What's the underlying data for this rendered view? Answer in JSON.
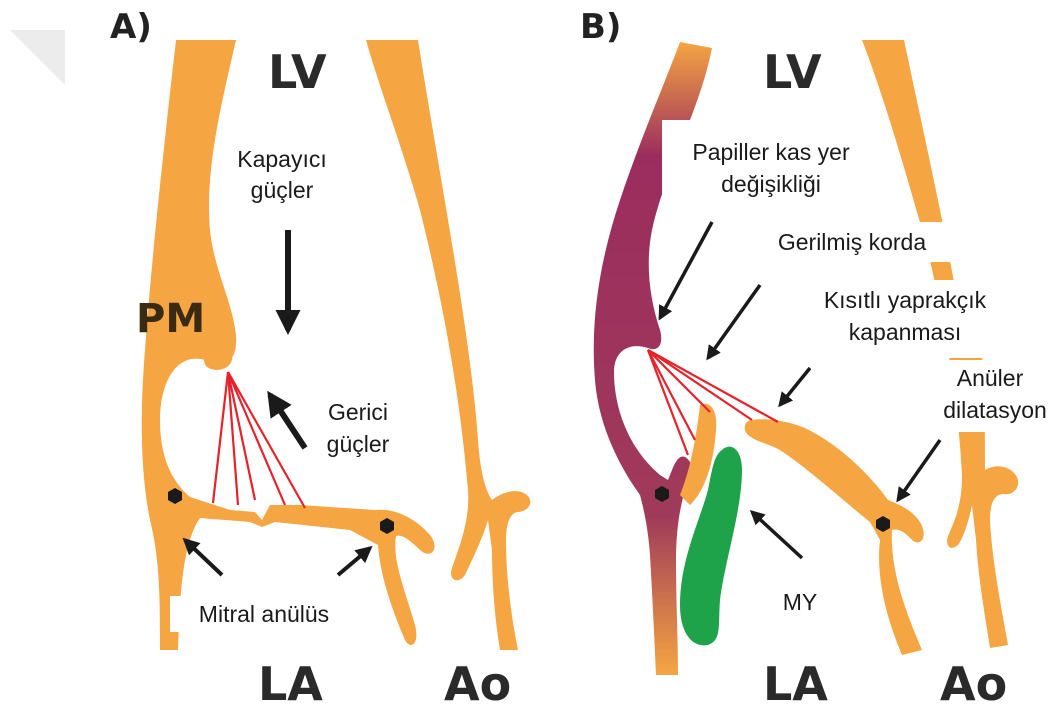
{
  "colors": {
    "tissue": "#F5A542",
    "tissue_outline": "#C97D1E",
    "chord": "#E8222A",
    "arrow": "#1a1a1a",
    "dilated_muscle": "#9B2D5E",
    "regurgitant_jet": "#1FA34A",
    "node": "#1a1a1a"
  },
  "panel_a": {
    "letter": "A)",
    "lv_label": "LV",
    "la_label": "LA",
    "ao_label": "Ao",
    "pm_label": "PM",
    "closing_forces": [
      "Kapayıcı",
      "güçler"
    ],
    "tethering_forces": [
      "Gerici",
      "güçler"
    ],
    "annulus": "Mitral anülüs"
  },
  "panel_b": {
    "letter": "B)",
    "lv_label": "LV",
    "la_label": "LA",
    "ao_label": "Ao",
    "papillary_displacement": [
      "Papiller kas yer",
      "değişikliği"
    ],
    "stretched_chord": "Gerilmiş korda",
    "restricted_closure": [
      "Kısıtlı yaprakçık",
      "kapanması"
    ],
    "annular_dilation": [
      "Anüler",
      "dilatasyon"
    ],
    "mr_jet": "MY"
  },
  "icons": {
    "arrow": "arrow-icon",
    "node": "hexagon-node-icon"
  }
}
